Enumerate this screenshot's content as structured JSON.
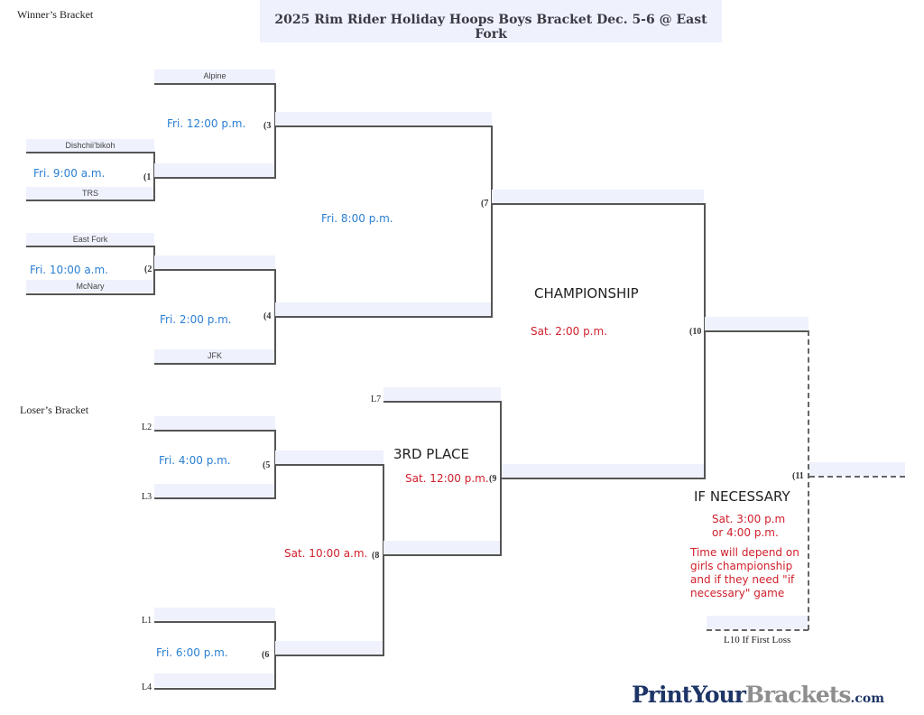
{
  "header": {
    "winners_label": "Winner’s Bracket",
    "losers_label": "Loser’s Bracket",
    "title": "2025 Rim Rider Holiday Hoops Boys Bracket  Dec. 5-6 @ East Fork"
  },
  "teams": {
    "alpine": "Alpine",
    "dishchiibikoh": "Dishchii’bikoh",
    "trs": "TRS",
    "east_fork": "East Fork",
    "mcnary": "McNary",
    "jfk": "JFK"
  },
  "games": {
    "g1": {
      "num": "(1",
      "time": "Fri. 9:00 a.m."
    },
    "g2": {
      "num": "(2",
      "time": "Fri. 10:00 a.m."
    },
    "g3": {
      "num": "(3",
      "time": "Fri. 12:00 p.m."
    },
    "g4": {
      "num": "(4",
      "time": "Fri. 2:00 p.m."
    },
    "g5": {
      "num": "(5",
      "time": "Fri. 4:00 p.m."
    },
    "g6": {
      "num": "(6",
      "time": "Fri. 6:00 p.m."
    },
    "g7": {
      "num": "(7",
      "time": "Fri. 8:00 p.m."
    },
    "g8": {
      "num": "(8",
      "time": "Sat. 10:00 a.m."
    },
    "g9": {
      "num": "(9",
      "time": "Sat. 12:00 p.m.",
      "label": "3RD PLACE"
    },
    "g10": {
      "num": "(10",
      "time": "Sat. 2:00 p.m.",
      "label": "CHAMPIONSHIP"
    },
    "g11": {
      "num": "(11",
      "time_line1": "Sat. 3:00 p.m",
      "time_line2": "or 4:00 p.m.",
      "label": "IF NECESSARY",
      "note": [
        "Time will depend on",
        "girls championship",
        "and if they need \"if",
        "necessary\" game"
      ]
    }
  },
  "seeds": {
    "l2": "L2",
    "l3": "L3",
    "l1": "L1",
    "l4": "L4",
    "l7": "L7",
    "l10": "L10 If First Loss"
  },
  "footer": {
    "logo_part1": "PrintYour",
    "logo_part2": "Brackets",
    "logo_part3": ".com"
  },
  "colors": {
    "slot_bg": "#eff2fd",
    "line": "#555555",
    "friday_time": "#2a7fd3",
    "saturday_time": "#d0202c",
    "logo_dark": "#1e3567",
    "logo_gray": "#8e8e8e"
  }
}
